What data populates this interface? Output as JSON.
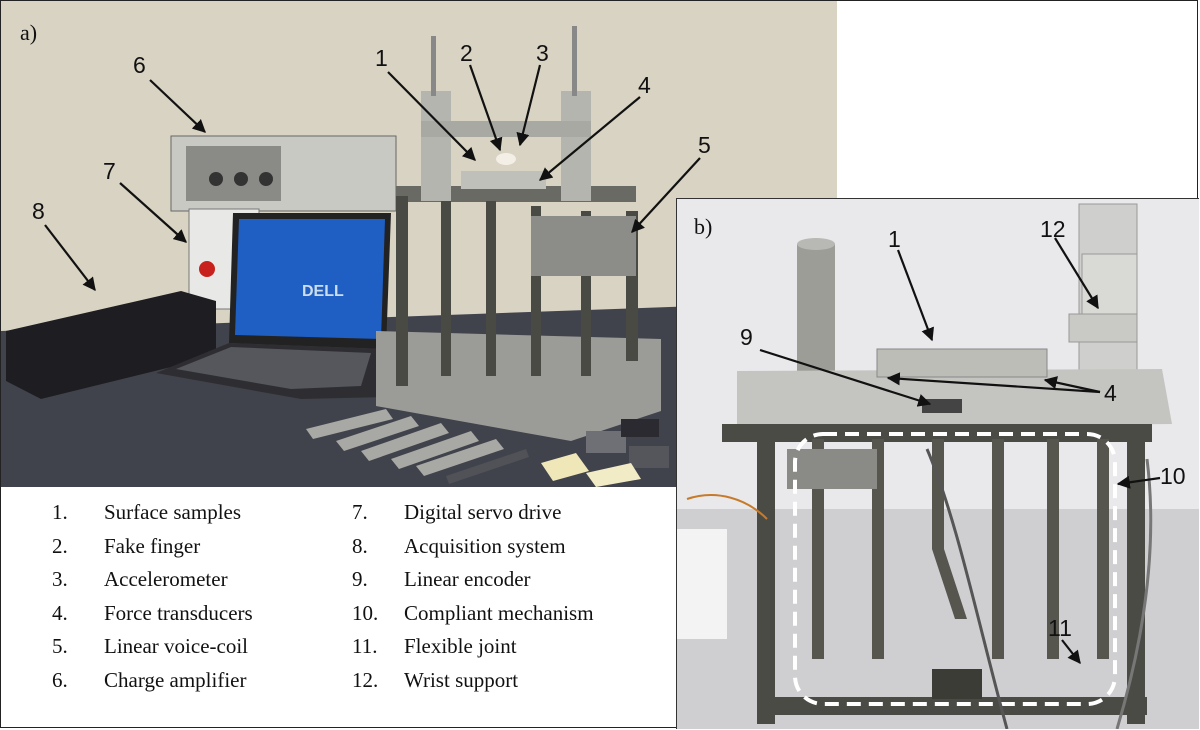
{
  "panels": {
    "a": "a)",
    "b": "b)"
  },
  "callouts_a": [
    "1",
    "2",
    "3",
    "4",
    "5",
    "6",
    "7",
    "8"
  ],
  "callouts_b": [
    "1",
    "12",
    "9",
    "4",
    "10",
    "11"
  ],
  "photo_brand": "DELL",
  "legend": {
    "left": [
      {
        "num": "1.",
        "text": "Surface samples"
      },
      {
        "num": "2.",
        "text": "Fake finger"
      },
      {
        "num": "3.",
        "text": "Accelerometer"
      },
      {
        "num": "4.",
        "text": "Force transducers"
      },
      {
        "num": "5.",
        "text": "Linear voice-coil"
      },
      {
        "num": "6.",
        "text": "Charge amplifier"
      }
    ],
    "right": [
      {
        "num": "7.",
        "text": "Digital servo drive"
      },
      {
        "num": "8.",
        "text": "Acquisition system"
      },
      {
        "num": "9.",
        "text": "Linear encoder"
      },
      {
        "num": "10.",
        "text": "Compliant mechanism"
      },
      {
        "num": "11.",
        "text": "Flexible joint"
      },
      {
        "num": "12.",
        "text": "Wrist support"
      }
    ]
  },
  "colors": {
    "wall_a": "#d8d3c2",
    "bench": "#3a3c45",
    "screen": "#1f5fc4",
    "metal": "#a9a9a4",
    "frame": "#4a4a44",
    "wall_b": "#e9e9ec"
  }
}
